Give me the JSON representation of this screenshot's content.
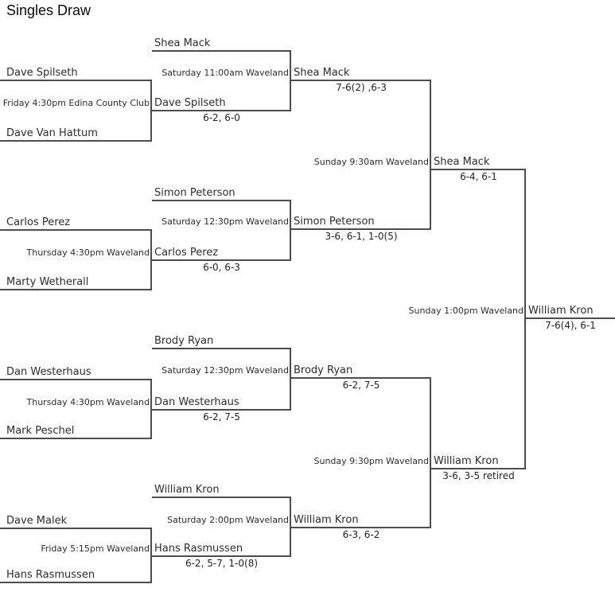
{
  "title": "Singles Draw",
  "round1": {
    "m1": {
      "player1": "Dave Spilseth",
      "player2": "Dave Van Hattum",
      "time": "Friday 4:30pm Edina County Club",
      "winner": "Dave Spilseth",
      "score": "6-2, 6-0"
    },
    "m2": {
      "player1": "Carlos Perez",
      "player2": "Marty Wetherall",
      "time": "Thursday 4:30pm Waveland",
      "winner": "Carlos Perez",
      "score": "6-0, 6-3"
    },
    "m3": {
      "player1": "Dan Westerhaus",
      "player2": "Mark Peschel",
      "time": "Thursday 4:30pm Waveland",
      "winner": "Dan Westerhaus",
      "score": "6-2, 7-5"
    },
    "m4": {
      "player1": "Dave Malek",
      "player2": "Hans Rasmussen",
      "time": "Friday 5:15pm Waveland",
      "winner": "Hans Rasmussen",
      "score": "6-2, 5-7, 1-0(8)"
    }
  },
  "round2": {
    "m1": {
      "player1": "Shea Mack",
      "player2": "Dave Spilseth",
      "time": "Saturday 11:00am Waveland",
      "winner": "Shea Mack",
      "score": "7-6(2) ,6-3"
    },
    "m2": {
      "player1": "Simon Peterson",
      "player2": "Carlos Perez",
      "time": "Saturday 12:30pm Waveland",
      "winner": "Simon Peterson",
      "score": "3-6, 6-1, 1-0(5)"
    },
    "m3": {
      "player1": "Brody Ryan",
      "player2": "Dan Westerhaus",
      "time": "Saturday 12:30pm Waveland",
      "winner": "Brody Ryan",
      "score": "6-2, 7-5"
    },
    "m4": {
      "player1": "William Kron",
      "player2": "Hans Rasmussen",
      "time": "Saturday 2:00pm Waveland",
      "winner": "William Kron",
      "score": "6-3, 6-2"
    }
  },
  "semifinals": {
    "m1": {
      "player1": "Shea Mack",
      "player2": "Simon Peterson",
      "time": "Sunday 9:30am Waveland",
      "winner": "Shea Mack",
      "score": "6-4, 6-1"
    },
    "m2": {
      "player1": "Brody Ryan",
      "player2": "William Kron",
      "time": "Sunday 9:30pm Waveland",
      "winner": "William Kron",
      "score": "3-6, 3-5 retired"
    }
  },
  "final": {
    "player1": "Shea Mack",
    "player2": "William Kron",
    "time": "Sunday 1:00pm Waveland",
    "winner": "William Kron",
    "score": "7-6(4), 6-1"
  }
}
